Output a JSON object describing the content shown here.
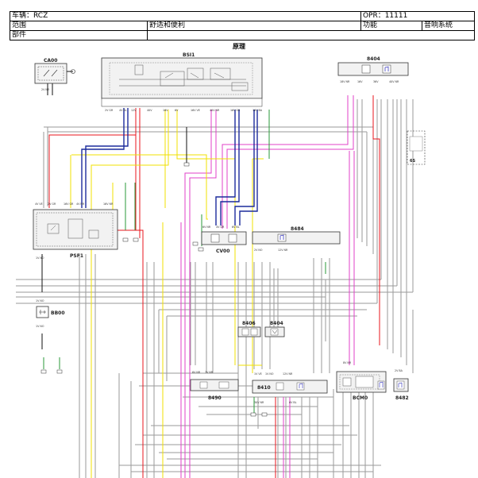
{
  "header": {
    "vehicle": "车辆：RCZ",
    "opr": "OPR：11111",
    "scope_label": "范围",
    "scope_value": "舒适和便利",
    "function_label": "功能",
    "function_value": "音响系统",
    "parts_label": "部件"
  },
  "diagram_title": "原理",
  "components": {
    "bsi": "BSI1",
    "ca00": "CA00",
    "c8c4": "8404",
    "psf1": "PSF1",
    "cv00": "CV00",
    "c8484": "8484",
    "bb00": "BB00",
    "c8406": "8406",
    "c8404b": "8404",
    "c8490": "8490",
    "c8410": "8410",
    "bcm0": "BCM0",
    "c8482": "8482",
    "c6s": "6S"
  },
  "colors": {
    "red": "#e8141c",
    "magenta": "#e040c8",
    "yellow": "#f0e000",
    "blue": "#1c2c9c",
    "green": "#2a9a3a",
    "gray": "#8c8c8c",
    "brown": "#8a5a2a",
    "black": "#111111"
  }
}
